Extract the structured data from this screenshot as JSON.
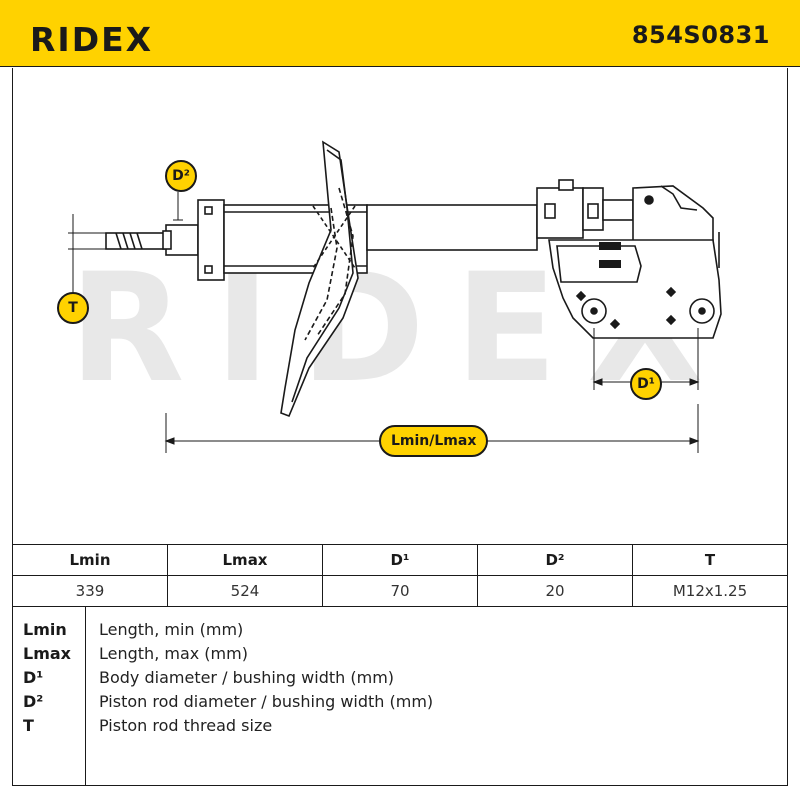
{
  "header": {
    "brand": "RIDEX",
    "part_number": "854S0831"
  },
  "diagram": {
    "watermark": "RIDEX",
    "callouts": {
      "d2": "D²",
      "t": "T",
      "d1": "D¹",
      "length": "Lmin/Lmax"
    }
  },
  "spec_table": {
    "headers": [
      "Lmin",
      "Lmax",
      "D¹",
      "D²",
      "T"
    ],
    "values": [
      "339",
      "524",
      "70",
      "20",
      "M12x1.25"
    ]
  },
  "legend": [
    {
      "term": "Lmin",
      "desc": "Length, min (mm)"
    },
    {
      "term": "Lmax",
      "desc": "Length, max (mm)"
    },
    {
      "term": "D¹",
      "desc": "Body diameter / bushing width (mm)"
    },
    {
      "term": "D²",
      "desc": "Piston rod diameter / bushing width (mm)"
    },
    {
      "term": "T",
      "desc": "Piston rod thread size"
    }
  ],
  "colors": {
    "accent": "#ffd200",
    "line": "#1a1a1a",
    "watermark": "#e6e6e6"
  }
}
